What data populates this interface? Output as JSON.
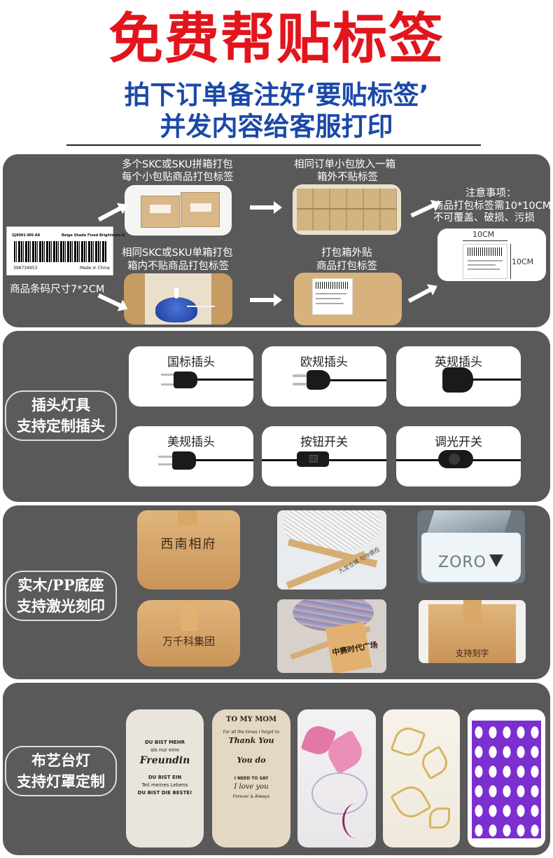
{
  "header": {
    "title": "免费帮贴标签",
    "subtitle_line1": "拍下订单备注好‘要贴标签’",
    "subtitle_line2": "并发内容给客服打印"
  },
  "labels_panel": {
    "barcode_top_left": "GJ9001-W0-A8",
    "barcode_top_right": "Beige Shade Fixed Brightness-A",
    "barcode_number": "398734953",
    "barcode_origin": "Made in China",
    "barcode_size": "商品条码尺寸7*2CM",
    "step1_line1": "多个SKC或SKU拼箱打包",
    "step1_line2": "每个小包贴商品打包标签",
    "step2_line1": "相同订单小包放入一箱",
    "step2_line2": "箱外不贴标签",
    "step3_line1": "相同SKC或SKU单箱打包",
    "step3_line2": "箱内不贴商品打包标签",
    "step4_line1": "打包箱外贴",
    "step4_line2": "商品打包标签",
    "notice_title": "注意事项：",
    "notice_line1": "商品打包标签需10*10CM",
    "notice_line2": "不可覆盖、破损、污损",
    "dim_width": "10CM",
    "dim_height": "10CM"
  },
  "plugs_panel": {
    "pill_line1": "插头灯具",
    "pill_line2": "支持定制插头",
    "items": [
      "国标插头",
      "欧规插头",
      "英规插头",
      "美规插头",
      "按钮开关",
      "调光开关"
    ]
  },
  "base_panel": {
    "pill_line1": "实木/PP底座",
    "pill_line2": "支持激光刻印",
    "engrave1": "西南相府",
    "engrave2": "ZORO",
    "engrave3": "万千科集团",
    "engrave4": "中赛时代广场",
    "engrave5": "支持刻字",
    "engrave6": "九龙仓城 与你俱在"
  },
  "shade_panel": {
    "pill_line1": "布艺台灯",
    "pill_line2": "支持灯罩定制",
    "shade1_line1": "DU BIST MEHR",
    "shade1_line2": "als nur eine",
    "shade1_line3": "Freundin",
    "shade1_line4": "DU BIST EIN",
    "shade1_line5": "Teil meines Lebens",
    "shade1_line6": "DU BIST DIE BESTE!",
    "shade2_line1": "TO MY MOM",
    "shade2_line2": "For all the times I forgot to",
    "shade2_line3": "Thank You",
    "shade2_line4": "You do",
    "shade2_line5": "I NEED TO SAY",
    "shade2_line6": "I love you",
    "shade2_line7": "Forever & Always"
  },
  "colors": {
    "title_red": "#e3151c",
    "subtitle_blue": "#1b49a8",
    "panel_gray": "#595959"
  }
}
